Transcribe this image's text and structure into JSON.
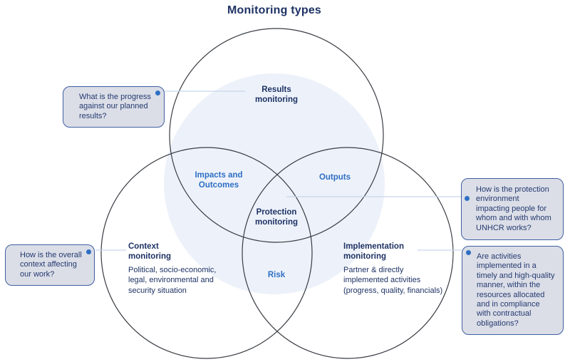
{
  "title": "Monitoring types",
  "colors": {
    "navy_text": "#1e3264",
    "blue_label": "#2e6fc4",
    "callout_fill": "#dbdee7",
    "callout_border": "#3f5fa0",
    "connector_line": "#c7d7ec",
    "connector_dot": "#2e6fc4",
    "circle_outline": "#383c42",
    "background_tint": "#edf2fa"
  },
  "diagram": {
    "circles": [
      {
        "name": "results",
        "label": "Results monitoring"
      },
      {
        "name": "context",
        "label": "Context monitoring",
        "description": "Political, socio-economic, legal, environmental and security situation"
      },
      {
        "name": "implementation",
        "label": "Implementation monitoring",
        "description": "Partner & directly implemented activities (progress, quality, financials)"
      }
    ],
    "intersections": [
      {
        "name": "impacts-and-outcomes",
        "label": "Impacts and Outcomes"
      },
      {
        "name": "outputs",
        "label": "Outputs"
      },
      {
        "name": "protection-monitoring",
        "label": "Protection monitoring"
      },
      {
        "name": "risk",
        "label": "Risk"
      }
    ]
  },
  "callouts": [
    {
      "name": "results-question",
      "text": "What is the progress against our planned results?"
    },
    {
      "name": "context-question",
      "text": "How is the overall context affecting our work?"
    },
    {
      "name": "protection-question",
      "text": "How is the protection environment impacting people for whom and with whom UNHCR works?"
    },
    {
      "name": "implementation-question",
      "text": "Are activities implemented in a timely and high-quality manner, within the resources allocated and in compliance with contractual obligations?"
    }
  ]
}
